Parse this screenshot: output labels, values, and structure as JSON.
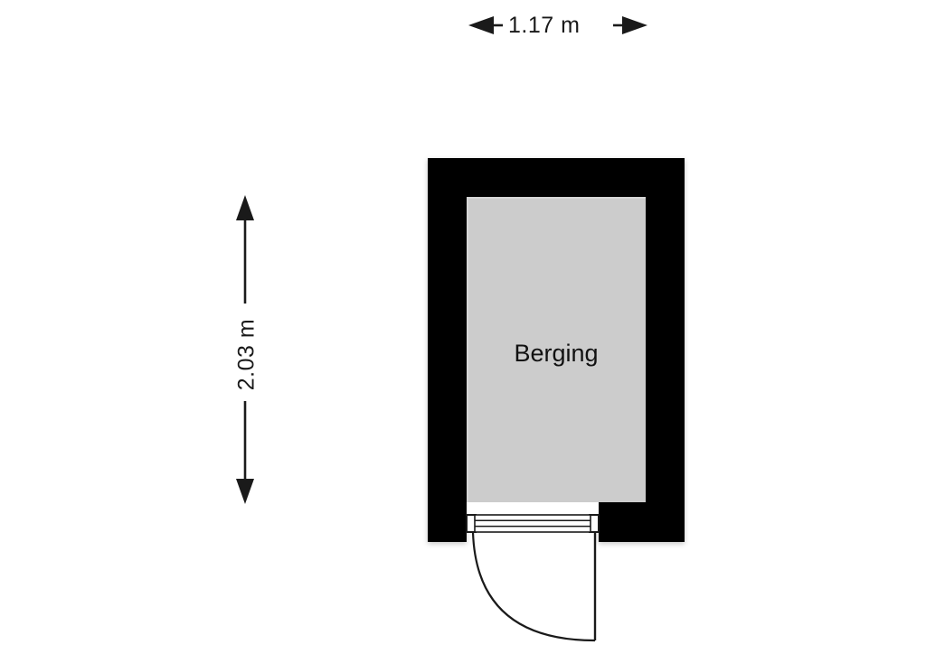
{
  "document": {
    "type": "floor-plan",
    "title": "Berging",
    "background_color": "#ffffff"
  },
  "dimensions": {
    "horizontal": {
      "label": "1.17 m",
      "value": 1.17,
      "unit": "m",
      "orientation": "horizontal"
    },
    "vertical": {
      "label": "2.03 m",
      "value": 2.03,
      "unit": "m",
      "orientation": "vertical"
    }
  },
  "rooms": [
    {
      "name": "Berging",
      "floor_color": "#cccccc",
      "wall_color": "#000000"
    }
  ],
  "door": {
    "name": "entry-door",
    "swing": "left-hinge",
    "position": "bottom"
  },
  "colors": {
    "wall": "#000000",
    "floor": "#cccccc",
    "line": "#1a1a1a",
    "background": "#ffffff"
  }
}
